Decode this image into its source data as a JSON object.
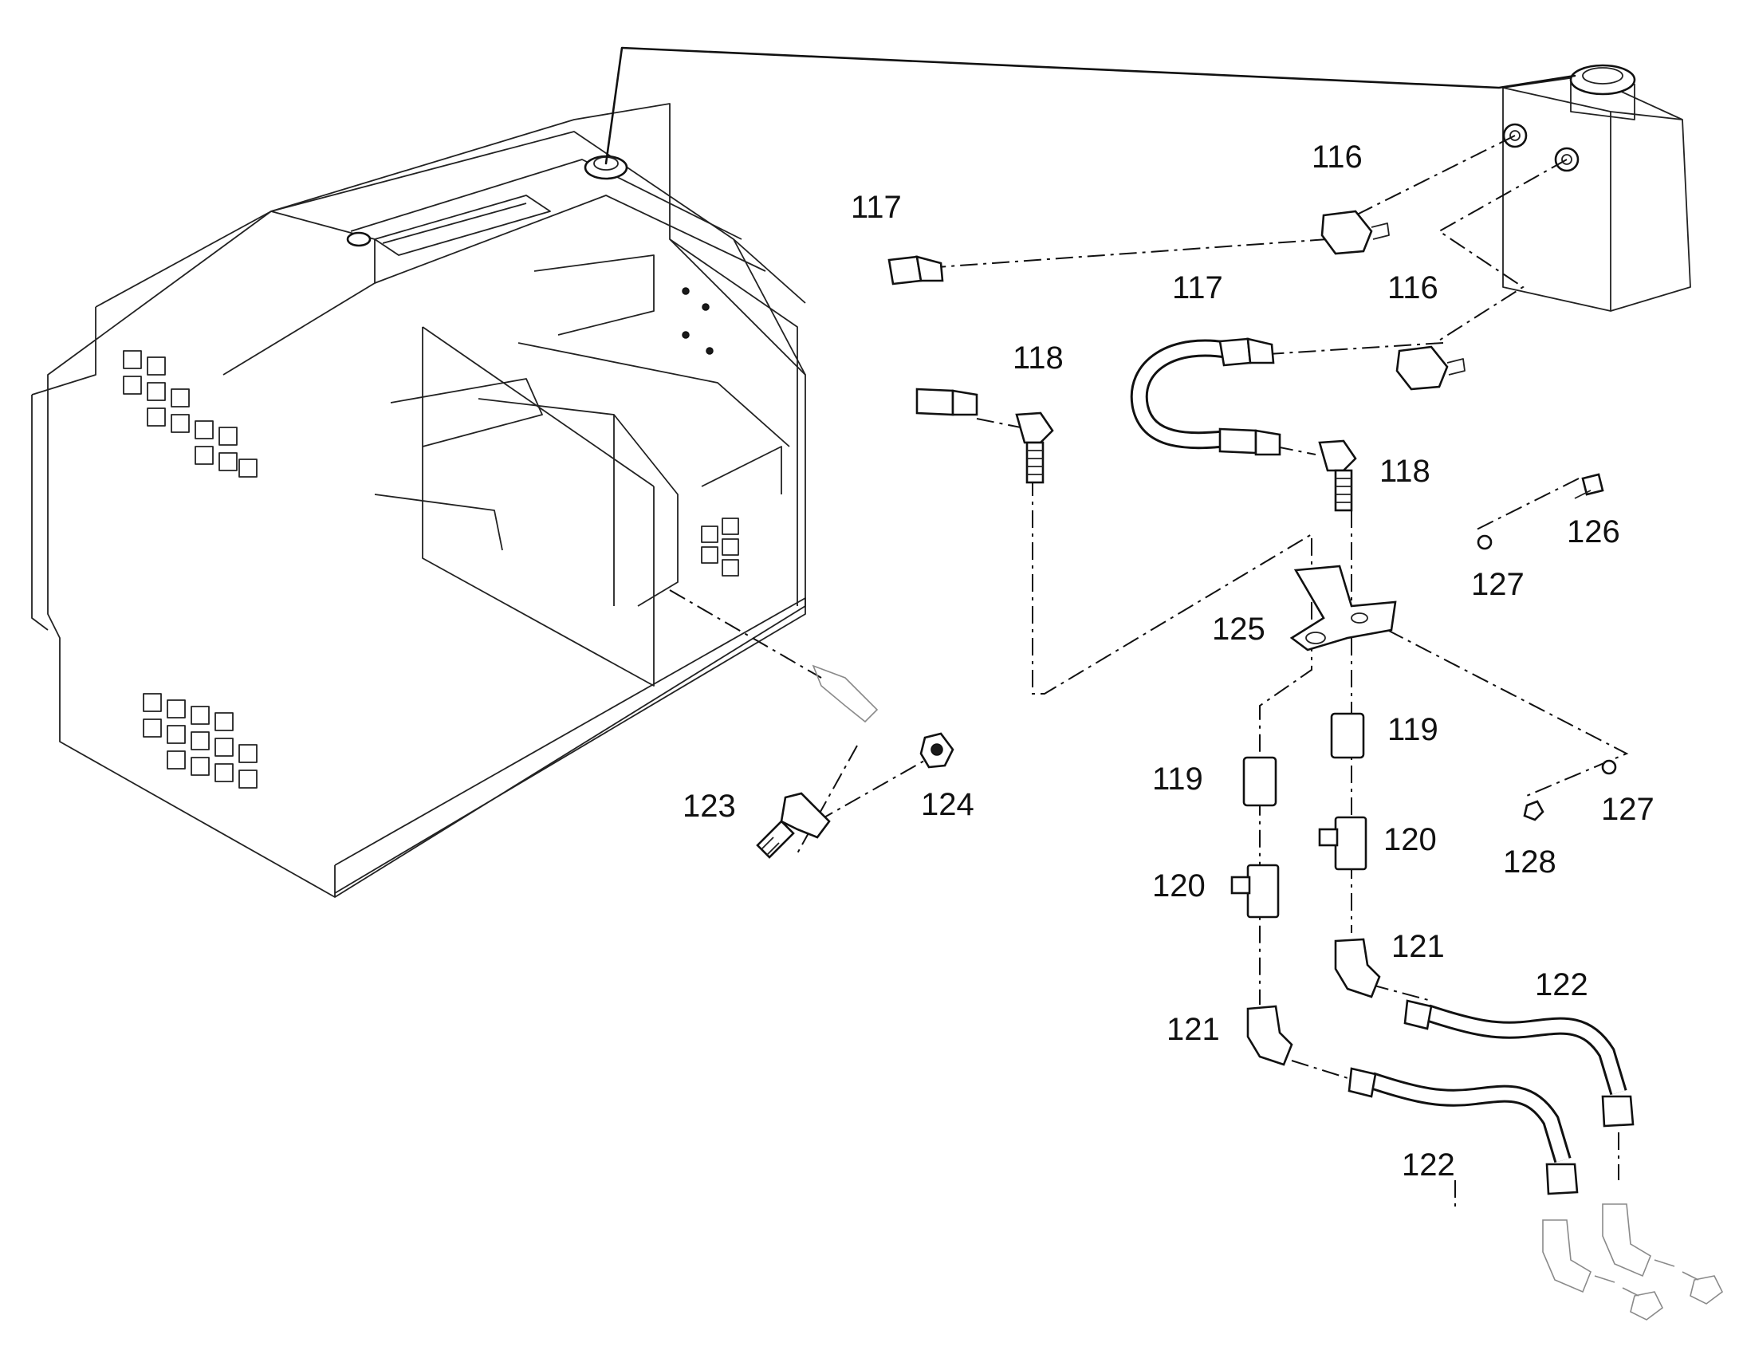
{
  "callouts": [
    {
      "id": "c116a",
      "text": "116"
    },
    {
      "id": "c116b",
      "text": "116"
    },
    {
      "id": "c117a",
      "text": "117"
    },
    {
      "id": "c117b",
      "text": "117"
    },
    {
      "id": "c118a",
      "text": "118"
    },
    {
      "id": "c118b",
      "text": "118"
    },
    {
      "id": "c119a",
      "text": "119"
    },
    {
      "id": "c119b",
      "text": "119"
    },
    {
      "id": "c120a",
      "text": "120"
    },
    {
      "id": "c120b",
      "text": "120"
    },
    {
      "id": "c121a",
      "text": "121"
    },
    {
      "id": "c121b",
      "text": "121"
    },
    {
      "id": "c122a",
      "text": "122"
    },
    {
      "id": "c122b",
      "text": "122"
    },
    {
      "id": "c123",
      "text": "123"
    },
    {
      "id": "c124",
      "text": "124"
    },
    {
      "id": "c125",
      "text": "125"
    },
    {
      "id": "c126",
      "text": "126"
    },
    {
      "id": "c127a",
      "text": "127"
    },
    {
      "id": "c127b",
      "text": "127"
    },
    {
      "id": "c128",
      "text": "128"
    }
  ]
}
